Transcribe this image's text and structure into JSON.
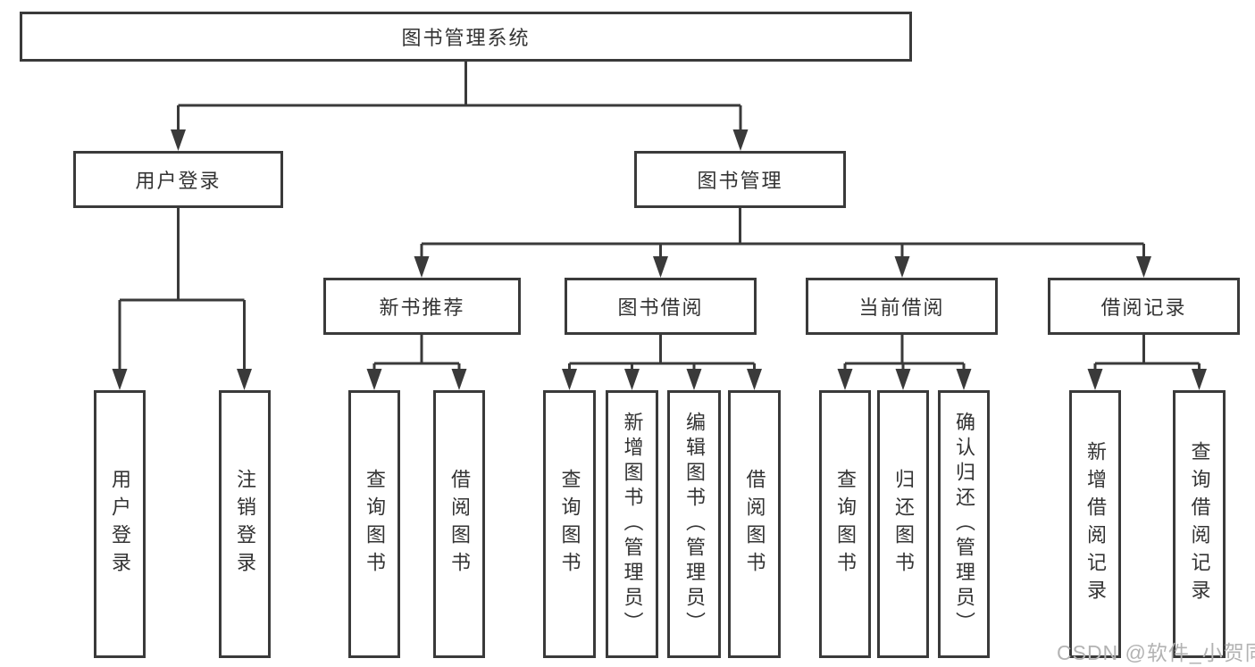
{
  "diagram": {
    "type": "hierarchy-tree",
    "nodes": {
      "root": "图书管理系统",
      "l2": {
        "user_login": "用户登录",
        "book_mgmt": "图书管理"
      },
      "l3": {
        "new_book_rec": "新书推荐",
        "book_borrow": "图书借阅",
        "current_borrow": "当前借阅",
        "borrow_record": "借阅记录"
      },
      "leaves": {
        "user_login": "用户登录",
        "logout": "注销登录",
        "query_book_1": "查询图书",
        "borrow_book_1": "借阅图书",
        "query_book_2": "查询图书",
        "add_book_admin": "新增图书（管理员）",
        "edit_book_admin": "编辑图书（管理员）",
        "borrow_book_2": "借阅图书",
        "query_book_3": "查询图书",
        "return_book": "归还图书",
        "confirm_return_admin": "确认归还（管理员）",
        "add_borrow_record": "新增借阅记录",
        "query_borrow_record": "查询借阅记录"
      }
    },
    "colors": {
      "line": "#3a3a3a",
      "text": "#333333",
      "background": "#ffffff",
      "watermark": "#b3b3b3"
    }
  },
  "watermark": {
    "text": "CSDN @软件_小贺同学"
  }
}
